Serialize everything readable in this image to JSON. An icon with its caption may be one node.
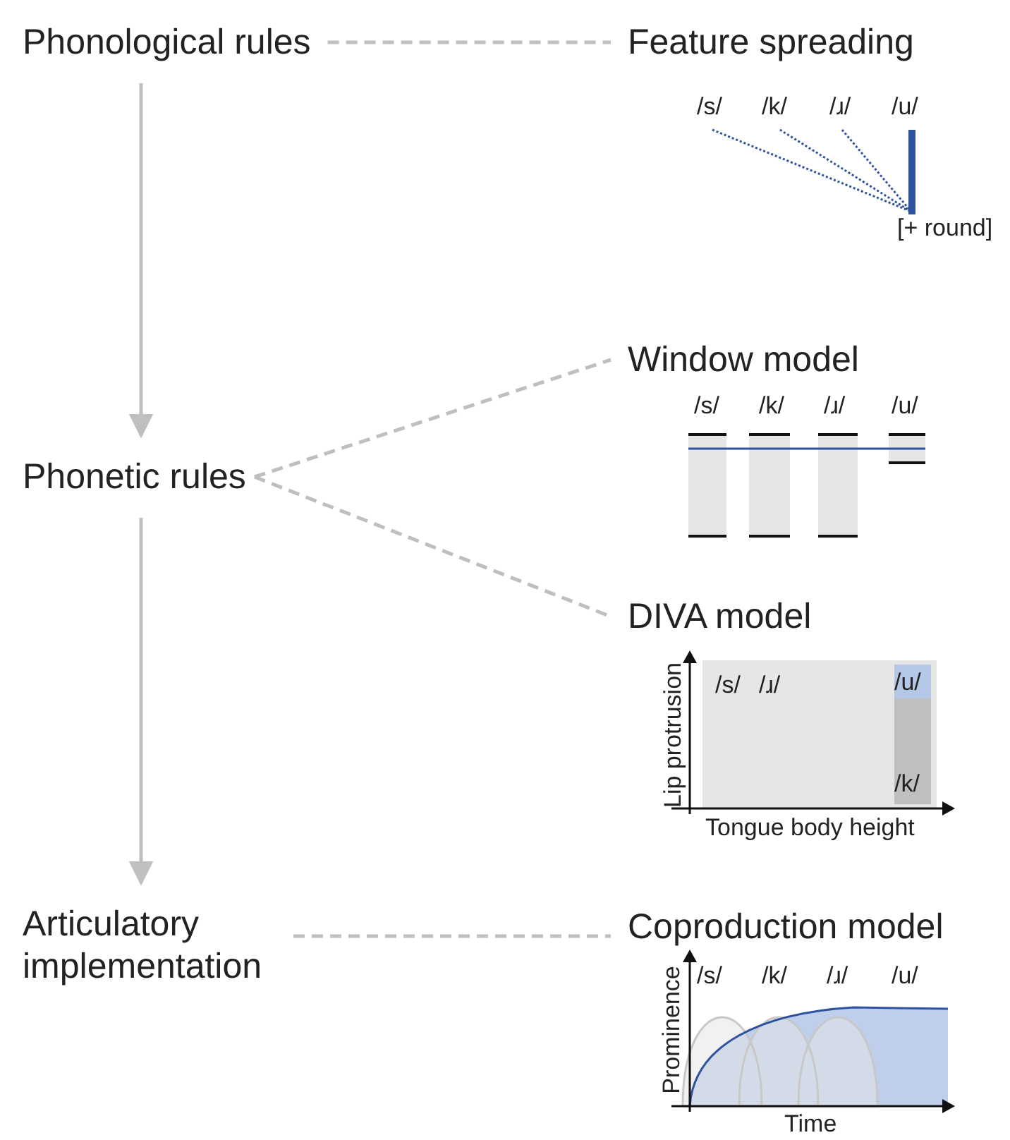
{
  "diagram": {
    "nodes": [
      {
        "text": [
          "Phonological rules"
        ]
      },
      {
        "text": [
          "Feature spreading"
        ]
      },
      {
        "text": [
          "Phonetic rules"
        ]
      },
      {
        "text": [
          "Window model"
        ]
      },
      {
        "text": [
          "DIVA model"
        ]
      },
      {
        "text": [
          "Articulatory implementation"
        ]
      },
      {
        "text": [
          "Coproduction model"
        ]
      }
    ],
    "edges": [
      {
        "from": 0,
        "to": 1,
        "arrow": "none",
        "style": "dashed"
      },
      {
        "from": 0,
        "to": 2,
        "arrow": "to"
      },
      {
        "from": 2,
        "to": 3,
        "arrow": "none",
        "style": "dashed"
      },
      {
        "from": 2,
        "to": 4,
        "arrow": "none",
        "style": "dashed"
      },
      {
        "from": 2,
        "to": 5,
        "arrow": "to"
      },
      {
        "from": 5,
        "to": 6,
        "arrow": "none",
        "style": "dashed"
      }
    ],
    "labels": [
      "/s/",
      "/k/",
      "/ɹ/",
      "/u/",
      "[+ round]",
      "/s/",
      "/k/",
      "/ɹ/",
      "/u/",
      "Lip protrusion",
      "/s/",
      "/ɹ/",
      "/u/",
      "/k/",
      "Tongue body height",
      "Prominence",
      "/s/",
      "/k/",
      "/ɹ/",
      "/u/",
      "Time"
    ]
  }
}
